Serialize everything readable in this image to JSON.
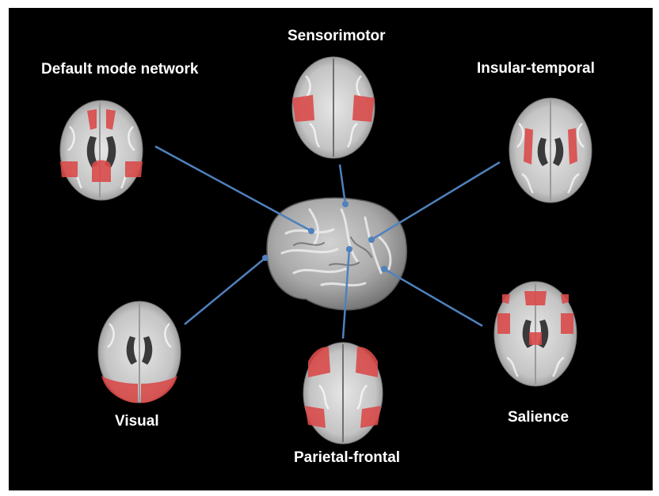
{
  "networks": [
    {
      "id": "default-mode",
      "label": "Default mode network"
    },
    {
      "id": "sensorimotor",
      "label": "Sensorimotor"
    },
    {
      "id": "insular-temporal",
      "label": "Insular-temporal"
    },
    {
      "id": "visual",
      "label": "Visual"
    },
    {
      "id": "parietal-frontal",
      "label": "Parietal-frontal"
    },
    {
      "id": "salience",
      "label": "Salience"
    }
  ],
  "colors": {
    "background": "#000000",
    "connector": "#4f81bd",
    "activation": "#d94a4a",
    "brain_gray": "#bdbdbd",
    "label_text": "#ffffff"
  }
}
